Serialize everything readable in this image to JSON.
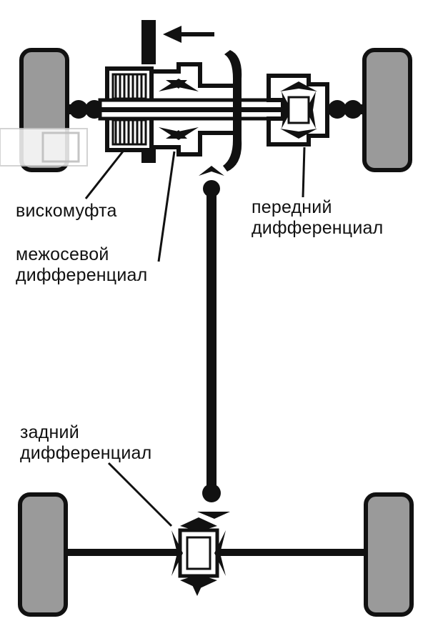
{
  "labels": {
    "viscous_coupling": "вискомуфта",
    "center_diff": [
      "межосевой",
      "дифференциал"
    ],
    "front_diff": [
      "передний",
      "дифференциал"
    ],
    "rear_diff": [
      "задний",
      "дифференциал"
    ]
  },
  "colors": {
    "ink": "#111111",
    "tire": "#9a9a9a",
    "background": "#ffffff"
  }
}
